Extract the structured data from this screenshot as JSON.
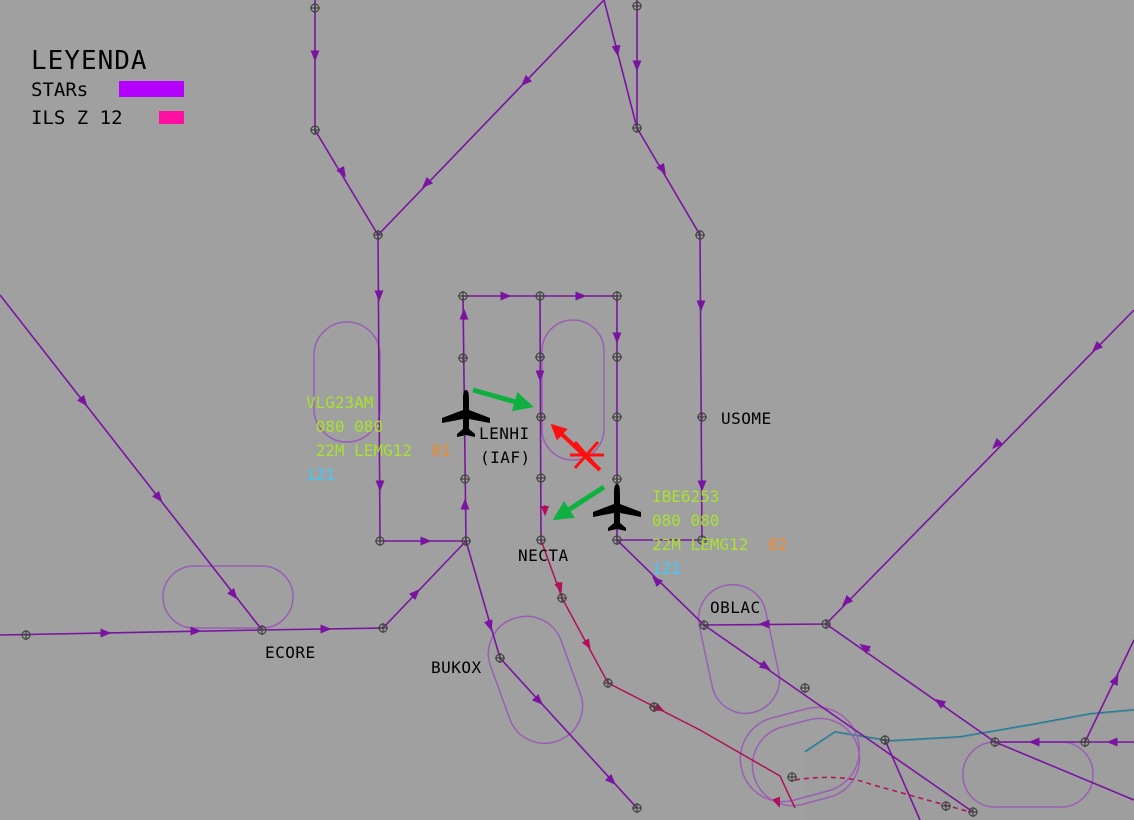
{
  "legend": {
    "title": "LEYENDA",
    "items": [
      {
        "label": "STARs",
        "color": "#b400ff"
      },
      {
        "label": "ILS Z 12",
        "color": "#ff0fa0"
      }
    ]
  },
  "fixes": {
    "lenhi": "LENHI",
    "lenhi_sub": "(IAF)",
    "usome": "USOME",
    "necta": "NECTA",
    "oblac": "OBLAC",
    "ecore": "ECORE",
    "bukox": "BUKOX"
  },
  "aircraft": [
    {
      "callsign": "VLG23AM",
      "alt": "080 080",
      "info": "22M LEMG12",
      "seq": "01",
      "sq": "i21"
    },
    {
      "callsign": "IBE6253",
      "alt": "080 080",
      "info": "22M LEMG12",
      "seq": "02",
      "sq": "i21"
    }
  ],
  "colors": {
    "background": "#a0a0a0",
    "star_route": "#7a14a0",
    "ils_route": "#b0105a",
    "holding": "#9a5fb5",
    "label_green": "#a6e22e",
    "label_orange": "#f08a24",
    "label_cyan": "#40c8ff",
    "vector_ok": "#10b040",
    "vector_bad": "#ff1010",
    "coast": "#1a7a98"
  },
  "icons": {
    "aircraft": "airplane-icon",
    "fix": "waypoint-cross-icon",
    "conflict": "red-cross-icon"
  }
}
